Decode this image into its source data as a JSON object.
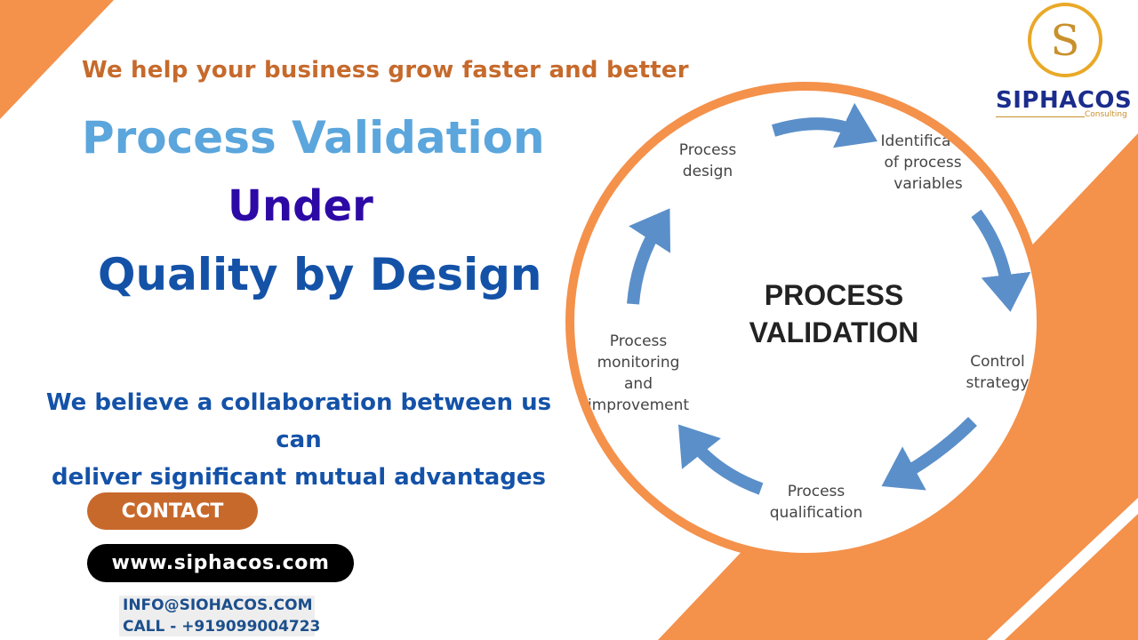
{
  "tagline": "We help your business grow faster and better",
  "title": {
    "line1": "Process Validation",
    "line2": "Under",
    "line3": "Quality by Design"
  },
  "belief": {
    "line1": "We believe a collaboration between us can",
    "line2": "deliver  significant mutual advantages"
  },
  "contact_label": "CONTACT",
  "website": "www.siphacos.com",
  "email": "INFO@SIOHACOS.COM",
  "phone": "CALL - +919099004723",
  "logo": {
    "brand": "SIPHACOS",
    "sub": "Consulting",
    "monogram": "S"
  },
  "diagram": {
    "center_line1": "PROCESS",
    "center_line2": "VALIDATION",
    "steps": [
      [
        "Process",
        "design"
      ],
      [
        "Identifica",
        "of process",
        "variables"
      ],
      [
        "Control",
        "strategy"
      ],
      [
        "Process",
        "qualification"
      ],
      [
        "Process",
        "monitoring",
        "and",
        "improvement"
      ]
    ]
  },
  "colors": {
    "orange": "#f4914b",
    "arrow_blue": "#5b8fc9",
    "title_light_blue": "#5ba6dc",
    "title_purple": "#2d0aa6",
    "title_blue": "#1452a8"
  }
}
